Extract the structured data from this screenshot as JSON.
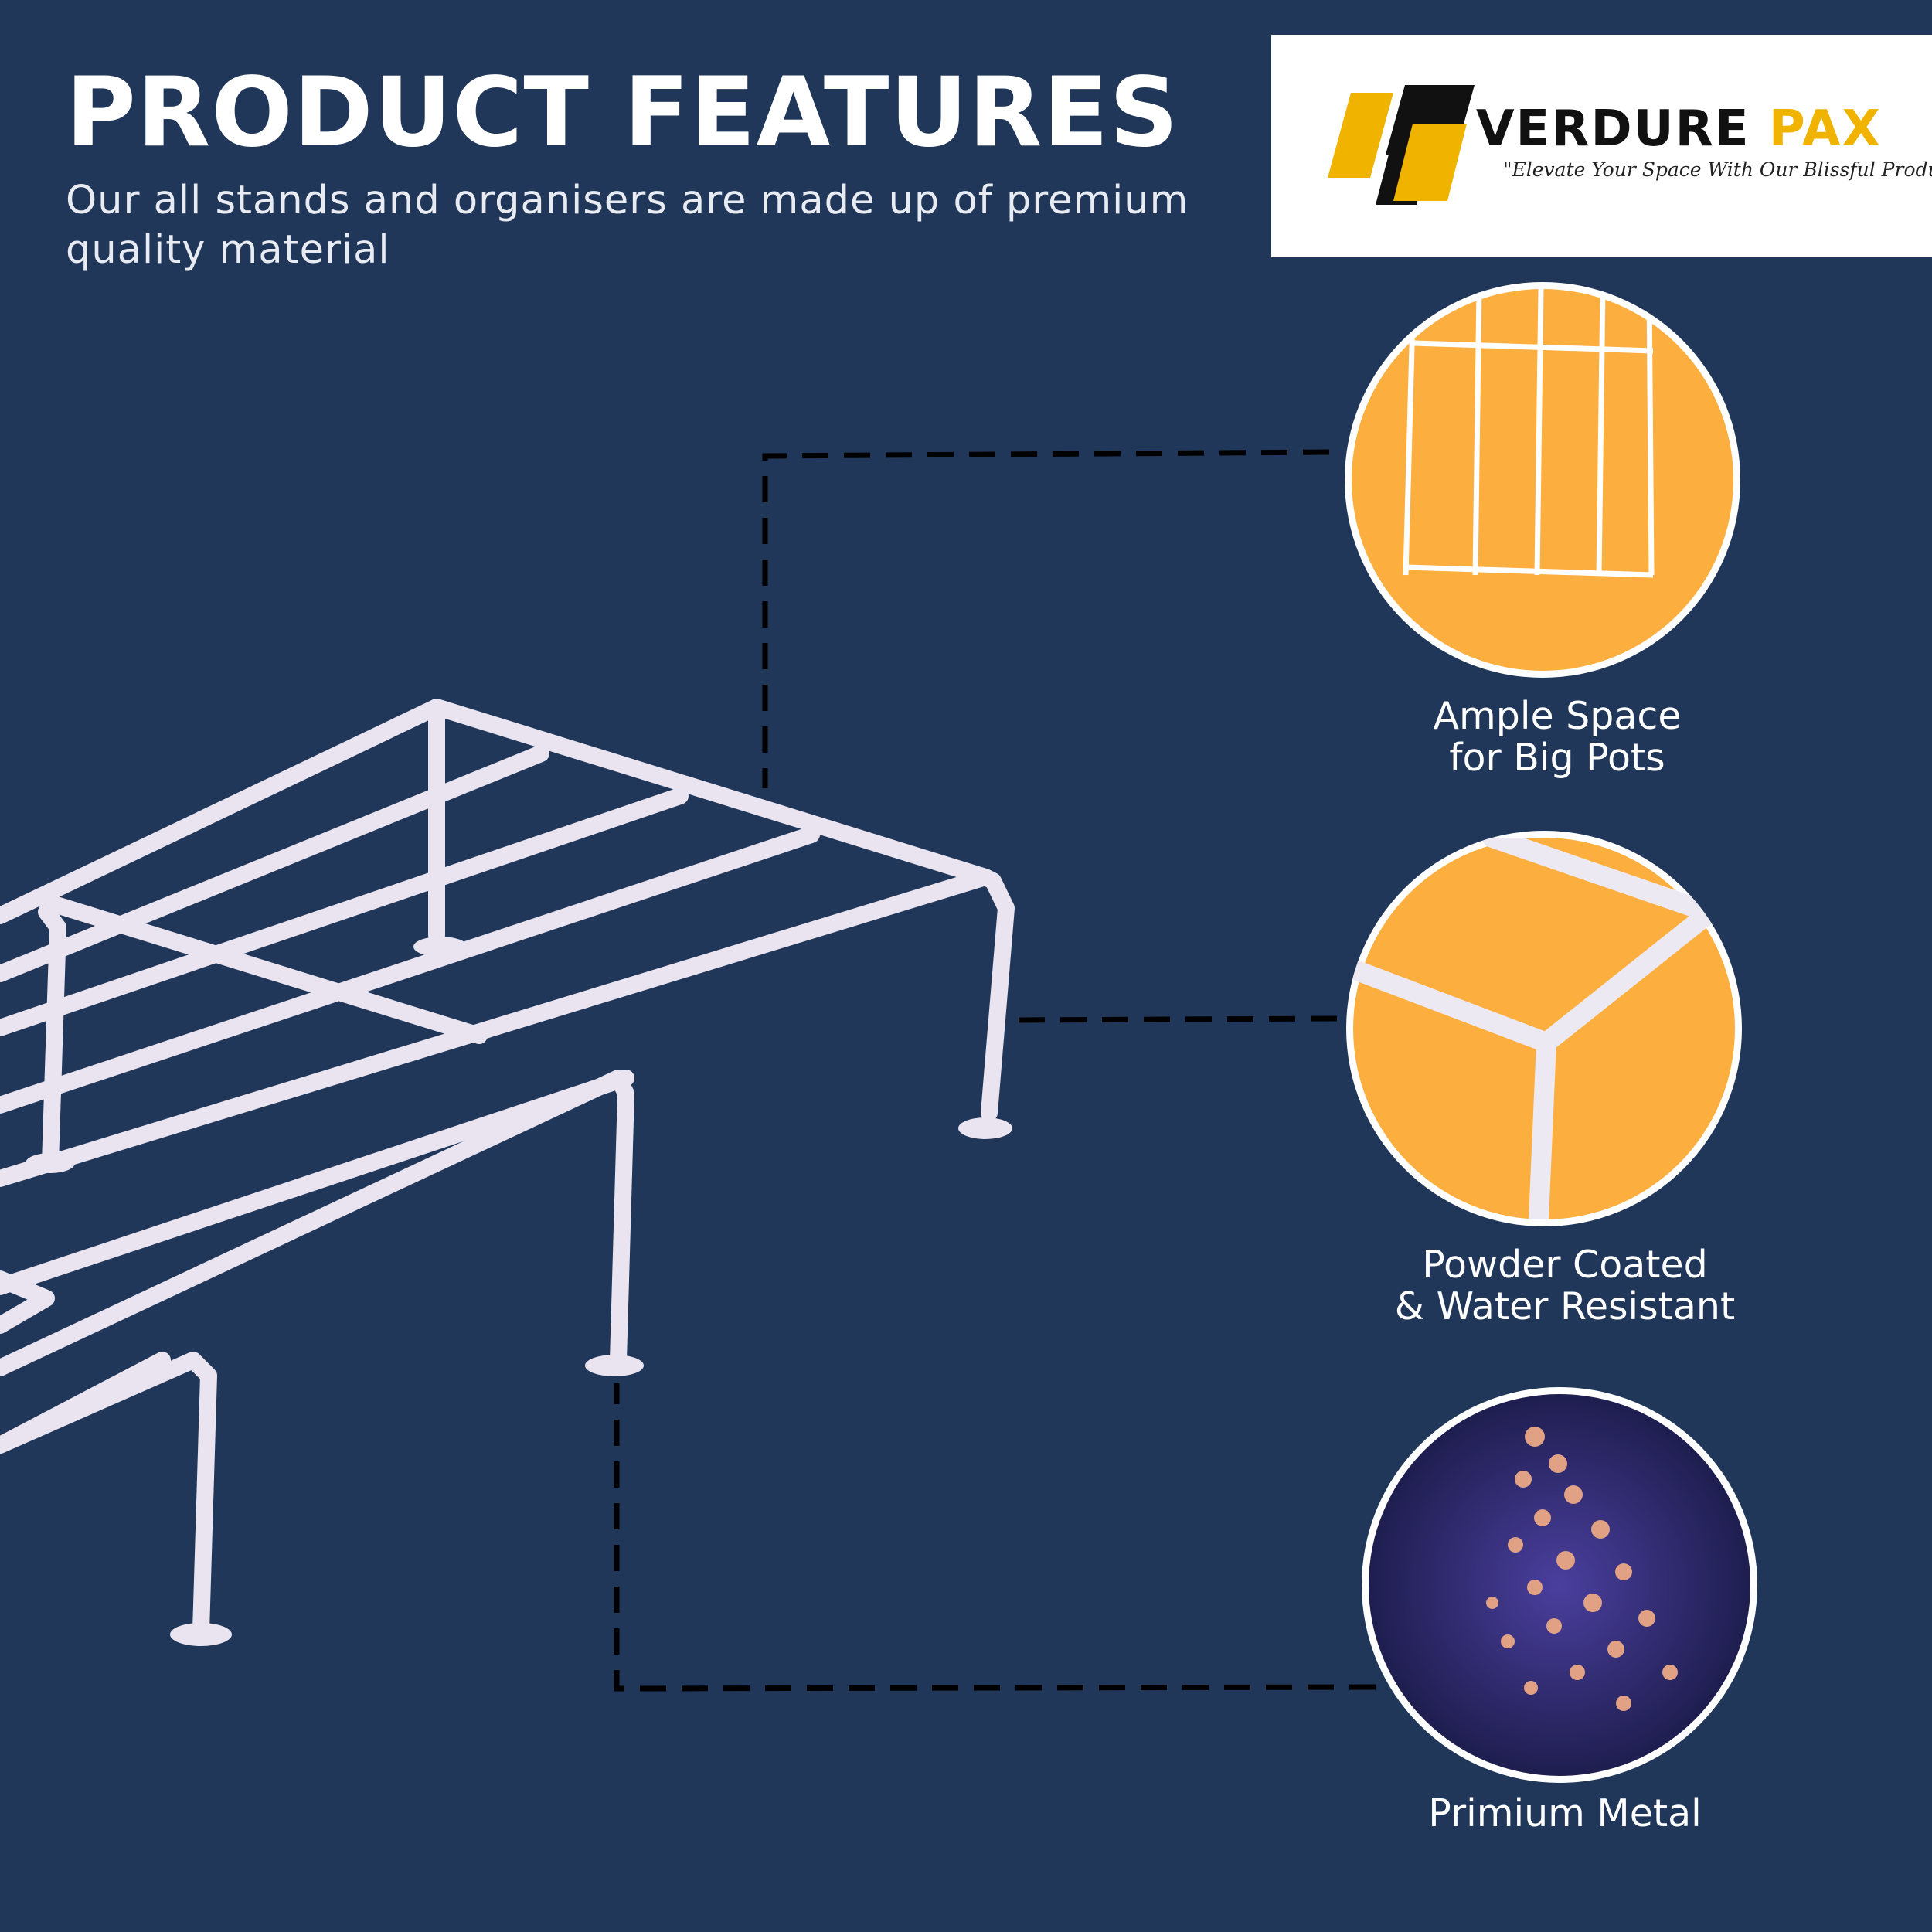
{
  "header": {
    "title": "PRODUCT FEATURES",
    "subtitle": "Our all stands and organisers are made up of premium quality material"
  },
  "logo": {
    "brand_name_primary": "VERDURE",
    "brand_name_accent": "PAX",
    "tagline": "\"Elevate Your Space With Our Blissful Products\""
  },
  "features": [
    {
      "label": "Ample Space\nfor Big Pots",
      "icon": "wire-grid-icon"
    },
    {
      "label": "Powder Coated\n& Water Resistant",
      "icon": "coated-joint-icon"
    },
    {
      "label": "Primium Metal",
      "icon": "metal-rods-icon"
    }
  ],
  "colors": {
    "background": "#213759",
    "feature_circle_fill": "#FCAE3F",
    "logo_yellow": "#F0B400",
    "text": "#FFFFFF"
  }
}
